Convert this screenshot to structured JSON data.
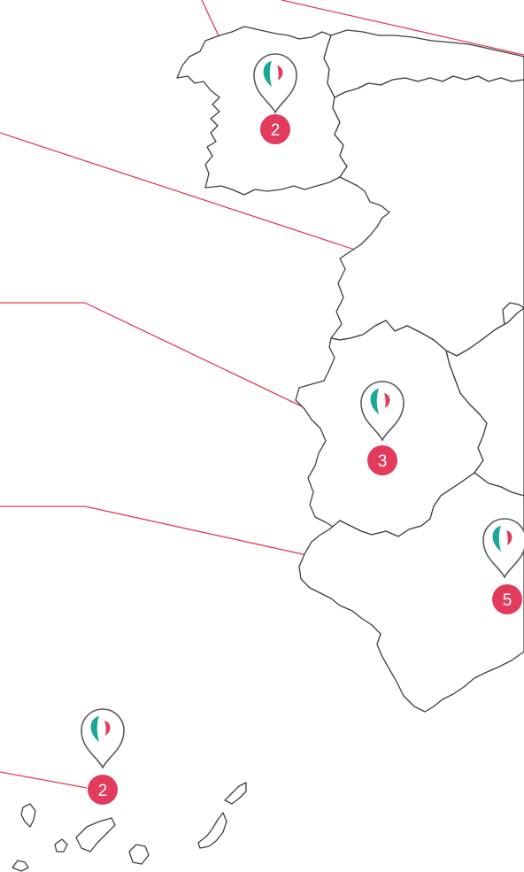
{
  "colors": {
    "accent": "#e23b5c",
    "teal": "#1aa79a",
    "outline": "#3f3f44",
    "pin_outline": "#555a60",
    "background": "#ffffff"
  },
  "markers": [
    {
      "id": "galicia",
      "icon": "map-pin-heart-icon",
      "count": "2"
    },
    {
      "id": "extremadura",
      "icon": "map-pin-heart-icon",
      "count": "3"
    },
    {
      "id": "murcia",
      "icon": "map-pin-heart-icon",
      "count": "5"
    },
    {
      "id": "canarias",
      "icon": "map-pin-heart-icon",
      "count": "2"
    }
  ]
}
